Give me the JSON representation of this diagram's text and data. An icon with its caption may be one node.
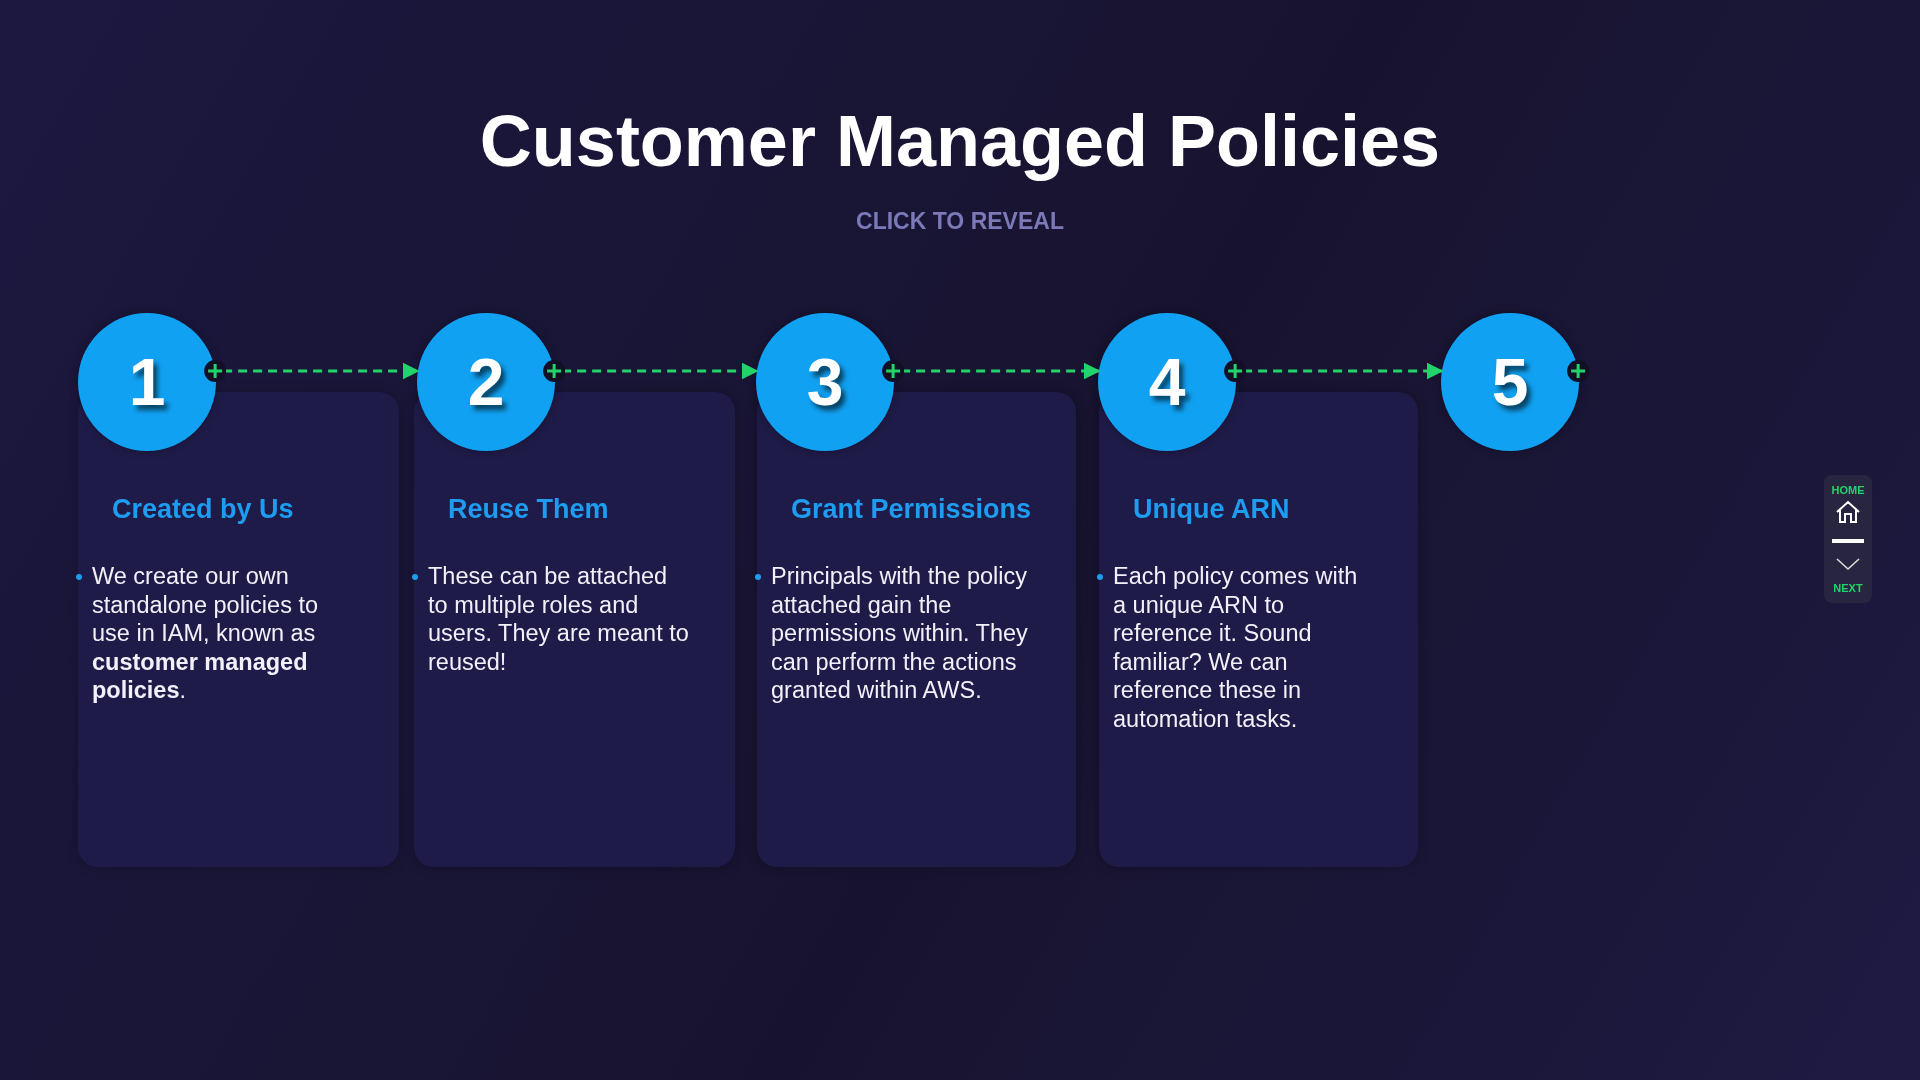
{
  "diagram": {
    "title": "Customer Managed Policies",
    "nodes": [
      {
        "text": [
          "1"
        ]
      },
      {
        "text": [
          "2"
        ]
      },
      {
        "text": [
          "3"
        ]
      },
      {
        "text": [
          "4"
        ]
      },
      {
        "text": [
          "5"
        ]
      },
      {
        "text": [
          "Created by Us",
          "We create our own standalone policies to use in IAM, known as **customer managed policies**."
        ]
      },
      {
        "text": [
          "Reuse Them",
          "These can be attached to multiple roles and users. They are meant to reused!"
        ]
      },
      {
        "text": [
          "Grant Permissions",
          "Principals with the policy attached gain the permissions within. They can perform the actions granted within AWS."
        ]
      },
      {
        "text": [
          "Unique ARN",
          "Each policy comes with a unique ARN to reference it. Sound familiar? We can reference these in automation tasks."
        ]
      }
    ],
    "edges": [
      {
        "from": 0,
        "to": 1,
        "arrow": "to",
        "style": "dashed"
      },
      {
        "from": 1,
        "to": 2,
        "arrow": "to",
        "style": "dashed"
      },
      {
        "from": 2,
        "to": 3,
        "arrow": "to",
        "style": "dashed"
      },
      {
        "from": 3,
        "to": 4,
        "arrow": "to",
        "style": "dashed"
      }
    ],
    "labels": [
      "CLICK TO REVEAL",
      "HOME",
      "NEXT"
    ]
  }
}
